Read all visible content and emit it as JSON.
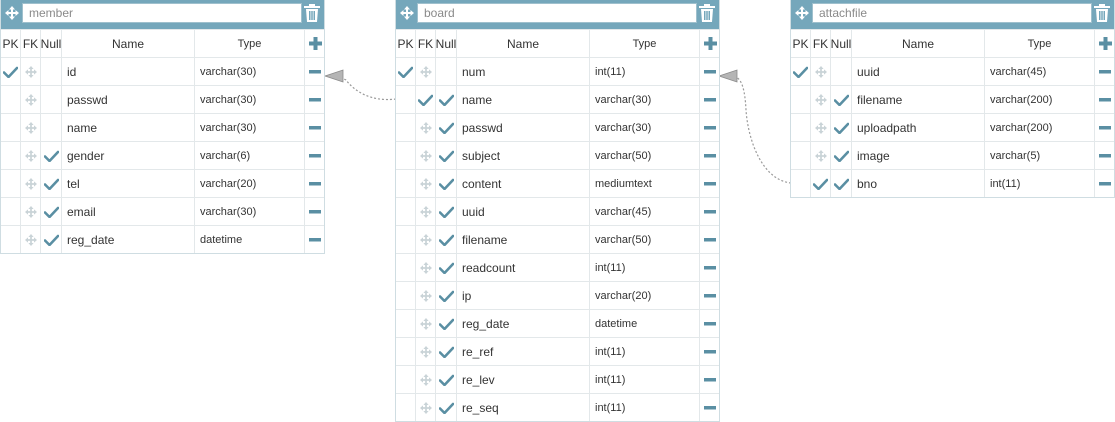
{
  "headers": {
    "pk": "PK",
    "fk": "FK",
    "null": "Null",
    "name": "Name",
    "type": "Type"
  },
  "colors": {
    "accent": "#75a7bb",
    "check": "#5a8fa3",
    "muted": "#c9d3d7",
    "border": "#cfdde2"
  },
  "icons": {
    "move": "move-icon",
    "trash": "trash-icon",
    "add": "plus-icon",
    "remove": "minus-icon",
    "check": "check-icon"
  },
  "tables": [
    {
      "title": "member",
      "rows": [
        {
          "name": "id",
          "type": "varchar(30)",
          "pk": true,
          "fk": false,
          "null": false
        },
        {
          "name": "passwd",
          "type": "varchar(30)",
          "pk": false,
          "fk": false,
          "null": false
        },
        {
          "name": "name",
          "type": "varchar(30)",
          "pk": false,
          "fk": false,
          "null": false
        },
        {
          "name": "gender",
          "type": "varchar(6)",
          "pk": false,
          "fk": false,
          "null": true
        },
        {
          "name": "tel",
          "type": "varchar(20)",
          "pk": false,
          "fk": false,
          "null": true
        },
        {
          "name": "email",
          "type": "varchar(30)",
          "pk": false,
          "fk": false,
          "null": true
        },
        {
          "name": "reg_date",
          "type": "datetime",
          "pk": false,
          "fk": false,
          "null": true
        }
      ]
    },
    {
      "title": "board",
      "rows": [
        {
          "name": "num",
          "type": "int(11)",
          "pk": true,
          "fk": false,
          "null": false
        },
        {
          "name": "name",
          "type": "varchar(30)",
          "pk": false,
          "fk": true,
          "null": true
        },
        {
          "name": "passwd",
          "type": "varchar(30)",
          "pk": false,
          "fk": false,
          "null": true
        },
        {
          "name": "subject",
          "type": "varchar(50)",
          "pk": false,
          "fk": false,
          "null": true
        },
        {
          "name": "content",
          "type": "mediumtext",
          "pk": false,
          "fk": false,
          "null": true
        },
        {
          "name": "uuid",
          "type": "varchar(45)",
          "pk": false,
          "fk": false,
          "null": true
        },
        {
          "name": "filename",
          "type": "varchar(50)",
          "pk": false,
          "fk": false,
          "null": true
        },
        {
          "name": "readcount",
          "type": "int(11)",
          "pk": false,
          "fk": false,
          "null": true
        },
        {
          "name": "ip",
          "type": "varchar(20)",
          "pk": false,
          "fk": false,
          "null": true
        },
        {
          "name": "reg_date",
          "type": "datetime",
          "pk": false,
          "fk": false,
          "null": true
        },
        {
          "name": "re_ref",
          "type": "int(11)",
          "pk": false,
          "fk": false,
          "null": true
        },
        {
          "name": "re_lev",
          "type": "int(11)",
          "pk": false,
          "fk": false,
          "null": true
        },
        {
          "name": "re_seq",
          "type": "int(11)",
          "pk": false,
          "fk": false,
          "null": true
        }
      ]
    },
    {
      "title": "attachfile",
      "rows": [
        {
          "name": "uuid",
          "type": "varchar(45)",
          "pk": true,
          "fk": false,
          "null": false
        },
        {
          "name": "filename",
          "type": "varchar(200)",
          "pk": false,
          "fk": false,
          "null": true
        },
        {
          "name": "uploadpath",
          "type": "varchar(200)",
          "pk": false,
          "fk": false,
          "null": true
        },
        {
          "name": "image",
          "type": "varchar(5)",
          "pk": false,
          "fk": false,
          "null": true
        },
        {
          "name": "bno",
          "type": "int(11)",
          "pk": false,
          "fk": true,
          "null": true
        }
      ]
    }
  ],
  "relations": [
    {
      "from": "board.name",
      "to": "member.id"
    },
    {
      "from": "attachfile.bno",
      "to": "board.num"
    }
  ]
}
